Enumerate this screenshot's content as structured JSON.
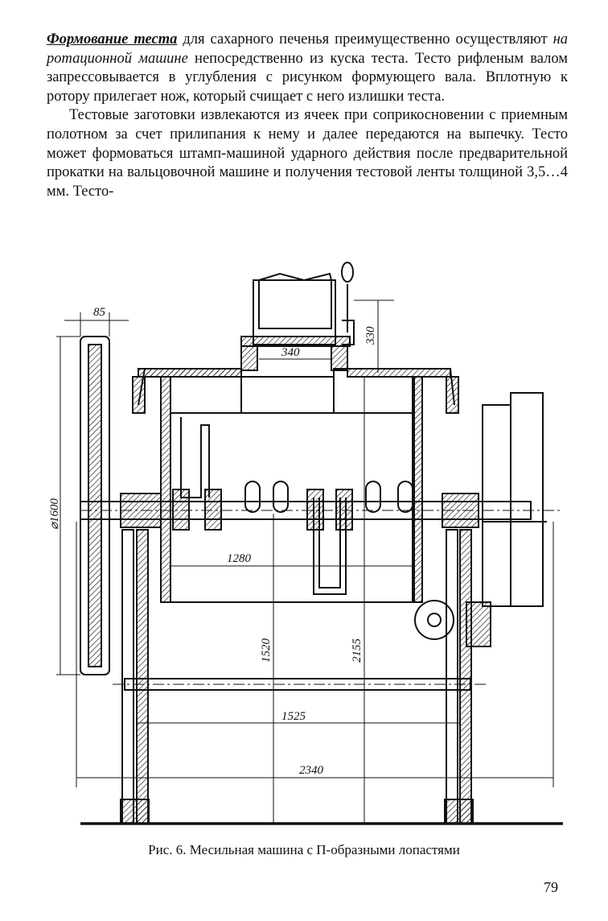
{
  "paragraph1": {
    "term1": "Формование теста",
    "text1": " для сахарного печенья преимущественно осуществляют ",
    "term2": "на ротационной машине",
    "text2": " непосредственно из куска теста. Тесто рифленым валом запрессовывается в углубления с рисунком формующего вала. Вплотную к ротору прилегает нож, который счищает с него излишки теста."
  },
  "paragraph2": "Тестовые заготовки извлекаются из ячеек при соприкосновении с приемным полотном за счет прилипания к нему и далее передаются на выпечку. Тесто может формоваться штамп-машиной ударного действия после предварительной прокатки на вальцовочной машине и получения тестовой ленты толщиной 3,5…4 мм. Тесто-",
  "figure": {
    "dims": {
      "d85": "85",
      "d330": "330",
      "d340": "340",
      "d1600": "⌀1600",
      "d1280": "1280",
      "d1520": "1520",
      "d2155": "2155",
      "d1525": "1525",
      "d2340": "2340"
    },
    "caption": "Рис. 6. Месильная машина с П-образными лопастями"
  },
  "page_number": "79"
}
